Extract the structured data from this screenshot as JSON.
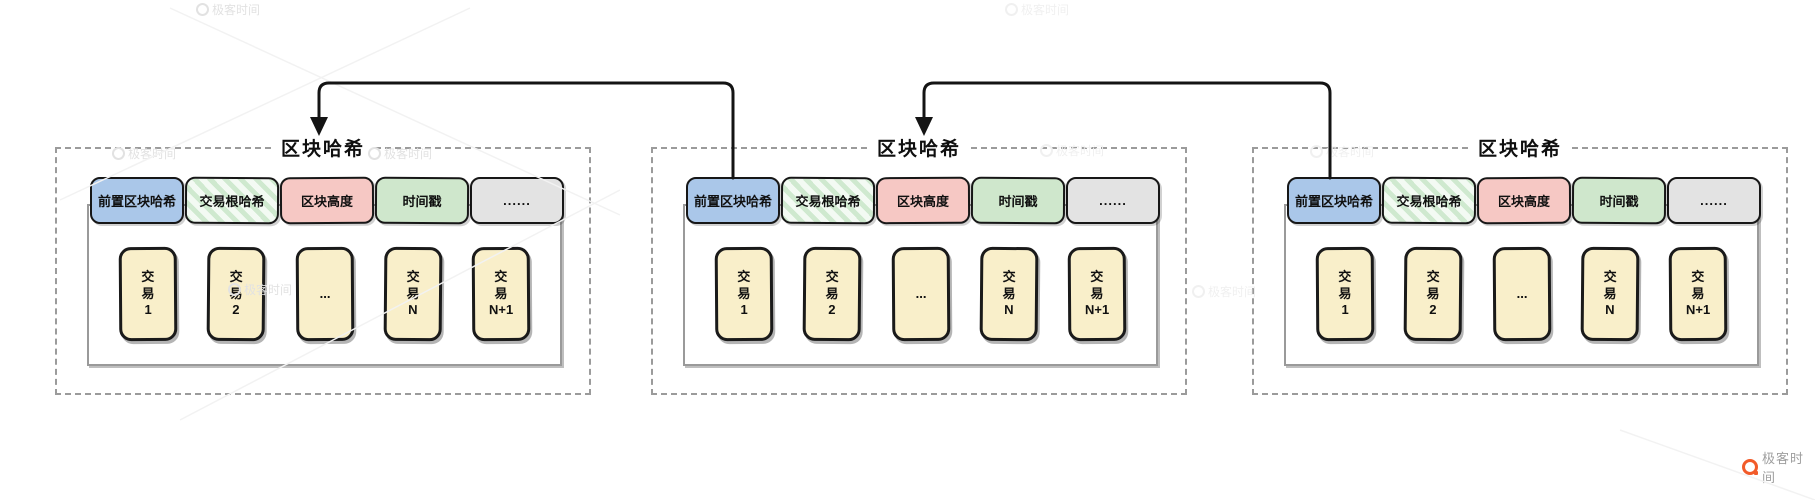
{
  "palette": {
    "field_blue": "#aac7e9",
    "field_stripe_a": "#f3faf3",
    "field_stripe_b": "#cfe9cf",
    "field_pink": "#f6c8c4",
    "field_green": "#cfe7cc",
    "field_gray": "#e3e3e3",
    "card_cream": "#f9efca",
    "frame_gray": "#9a9a9a",
    "dash_gray": "#9b9b9b",
    "arrow_black": "#141414",
    "watermark_gray": "#e2e2e2",
    "logo_orange": "#f25b2a",
    "logo_text_gray": "#9e9e9e"
  },
  "watermark": {
    "text": "极客时间"
  },
  "footer": {
    "brand": "极客时间"
  },
  "blocks": [
    {
      "title": "区块哈希",
      "fields": [
        {
          "label": "前置区块哈希",
          "style": "blue"
        },
        {
          "label": "交易根哈希",
          "style": "stripe"
        },
        {
          "label": "区块高度",
          "style": "pink"
        },
        {
          "label": "时间戳",
          "style": "green"
        },
        {
          "label": "......",
          "style": "gray"
        }
      ],
      "transactions": [
        {
          "lines": [
            "交",
            "易",
            "1"
          ]
        },
        {
          "lines": [
            "交",
            "易",
            "2"
          ]
        },
        {
          "lines": [
            "..."
          ]
        },
        {
          "lines": [
            "交",
            "易",
            "N"
          ]
        },
        {
          "lines": [
            "交",
            "易",
            "N+1"
          ]
        }
      ]
    },
    {
      "title": "区块哈希",
      "fields": [
        {
          "label": "前置区块哈希",
          "style": "blue"
        },
        {
          "label": "交易根哈希",
          "style": "stripe"
        },
        {
          "label": "区块高度",
          "style": "pink"
        },
        {
          "label": "时间戳",
          "style": "green"
        },
        {
          "label": "......",
          "style": "gray"
        }
      ],
      "transactions": [
        {
          "lines": [
            "交",
            "易",
            "1"
          ]
        },
        {
          "lines": [
            "交",
            "易",
            "2"
          ]
        },
        {
          "lines": [
            "..."
          ]
        },
        {
          "lines": [
            "交",
            "易",
            "N"
          ]
        },
        {
          "lines": [
            "交",
            "易",
            "N+1"
          ]
        }
      ]
    },
    {
      "title": "区块哈希",
      "fields": [
        {
          "label": "前置区块哈希",
          "style": "blue"
        },
        {
          "label": "交易根哈希",
          "style": "stripe"
        },
        {
          "label": "区块高度",
          "style": "pink"
        },
        {
          "label": "时间戳",
          "style": "green"
        },
        {
          "label": "......",
          "style": "gray"
        }
      ],
      "transactions": [
        {
          "lines": [
            "交",
            "易",
            "1"
          ]
        },
        {
          "lines": [
            "交",
            "易",
            "2"
          ]
        },
        {
          "lines": [
            "..."
          ]
        },
        {
          "lines": [
            "交",
            "易",
            "N"
          ]
        },
        {
          "lines": [
            "交",
            "易",
            "N+1"
          ]
        }
      ]
    }
  ]
}
